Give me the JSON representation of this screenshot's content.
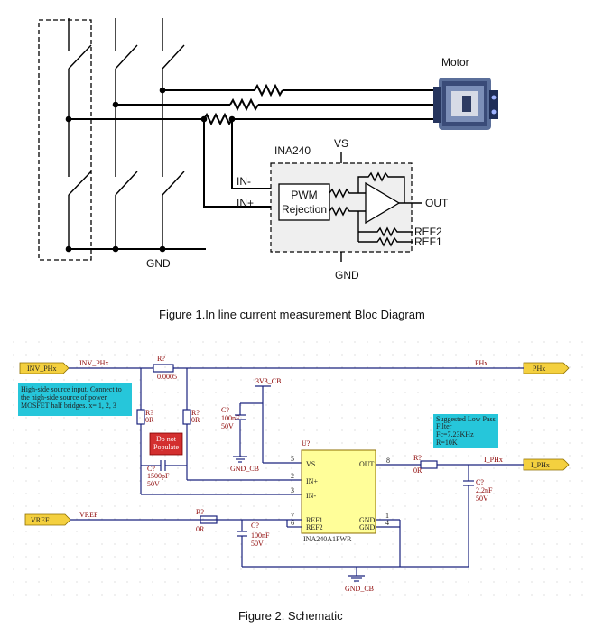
{
  "figure1": {
    "caption": "Figure 1.In line current measurement Bloc Diagram",
    "labels": {
      "motor": "Motor",
      "vs": "VS",
      "chip": "INA240",
      "in_minus": "IN-",
      "in_plus": "IN+",
      "pwm1": "PWM",
      "pwm2": "Rejection",
      "out": "OUT",
      "ref2": "REF2",
      "ref1": "REF1",
      "gnd_left": "GND",
      "gnd_bottom": "GND"
    }
  },
  "figure2": {
    "caption": "Figure 2. Schematic",
    "ports": {
      "inv_phx": "INV_PHx",
      "phx": "PHx",
      "vref": "VREF",
      "i_phx": "I_PHx"
    },
    "nets": {
      "inv_phx": "INV_PHx",
      "phx": "PHx",
      "vref": "VREF",
      "i_phx": "I_PHx",
      "v3v3": "3V3_CB",
      "gnd_cb1": "GND_CB",
      "gnd_cb2": "GND_CB"
    },
    "components": {
      "r_shunt_ref": "R?",
      "r_shunt_val": "0.0005",
      "r1_ref": "R?",
      "r1_val": "0R",
      "r2_ref": "R?",
      "r2_val": "0R",
      "c_bypass_ref": "C?",
      "c_bypass_val1": "100nF",
      "c_bypass_val2": "50V",
      "c_in_ref": "C?",
      "c_in_val1": "1500pF",
      "c_in_val2": "50V",
      "r_ref_ref": "R?",
      "r_ref_val": "0R",
      "c_ref_ref": "C?",
      "c_ref_val1": "100nF",
      "c_ref_val2": "50V",
      "r_out_ref": "R?",
      "r_out_val": "0R",
      "c_out_ref": "C?",
      "c_out_val1": "2.2nF",
      "c_out_val2": "50V",
      "u_ref": "U?",
      "u_part": "INA240A1PWR"
    },
    "pins": {
      "vs": "VS",
      "in_plus": "IN+",
      "in_minus": "IN-",
      "ref1": "REF1",
      "ref2": "REF2",
      "out": "OUT",
      "gnd1": "GND",
      "gnd2": "GND",
      "n5": "5",
      "n2": "2",
      "n3": "3",
      "n7": "7",
      "n6": "6",
      "n8": "8",
      "n1": "1",
      "n4": "4"
    },
    "notes": {
      "hs1": "High-side source input. Connect to",
      "hs2": "the high-side source of power",
      "hs3": "MOSFET half bridges.   x= 1, 2, 3",
      "dnp1": "Do not",
      "dnp2": "Populate",
      "lp1": "Suggested Low Pass",
      "lp2": "Filter",
      "lp3": "Fc=7.23KHz",
      "lp4": "R=10K"
    }
  }
}
